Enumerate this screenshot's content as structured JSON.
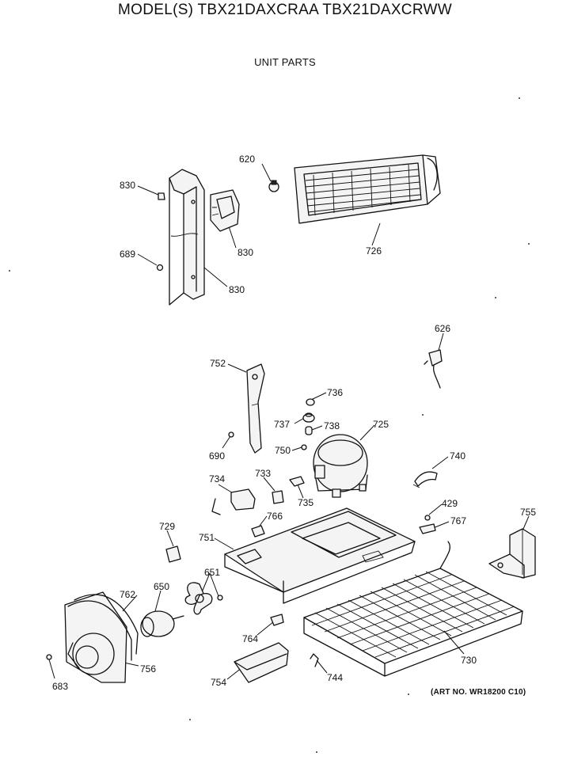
{
  "header": {
    "model_title": "MODEL(S) TBX21DAXCRAA  TBX21DAXCRWW",
    "section_title": "UNIT PARTS"
  },
  "footer": {
    "art_number": "(ART NO. WR18200 C10)"
  },
  "callouts": {
    "c620": "620",
    "c830a": "830",
    "c830b": "830",
    "c830c": "830",
    "c689": "689",
    "c726": "726",
    "c626": "626",
    "c752": "752",
    "c736": "736",
    "c737": "737",
    "c738": "738",
    "c725": "725",
    "c690": "690",
    "c750": "750",
    "c740": "740",
    "c734": "734",
    "c733": "733",
    "c735": "735",
    "c429": "429",
    "c767": "767",
    "c755": "755",
    "c729": "729",
    "c766": "766",
    "c751": "751",
    "c651": "651",
    "c762": "762",
    "c650": "650",
    "c764": "764",
    "c730": "730",
    "c756": "756",
    "c683": "683",
    "c754": "754",
    "c744": "744"
  }
}
